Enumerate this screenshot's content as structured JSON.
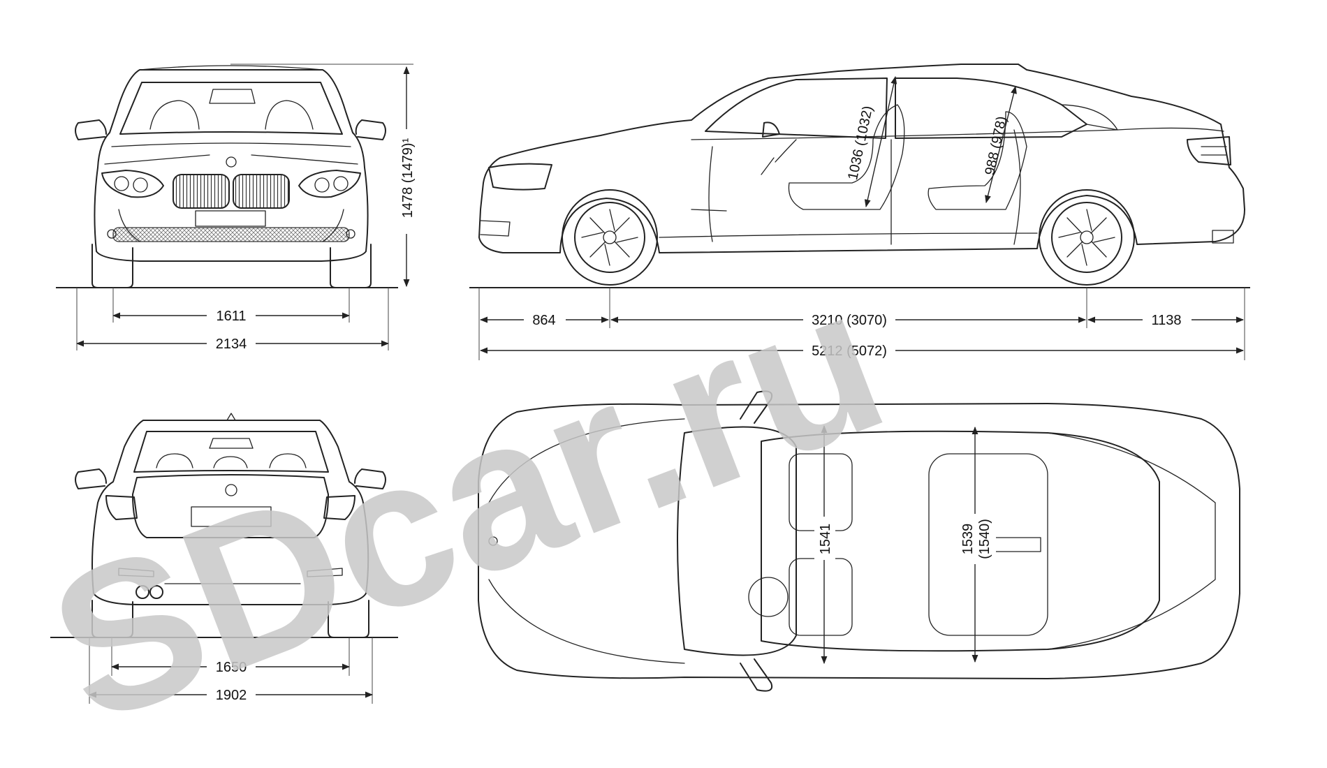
{
  "watermark": "SDcar.ru",
  "dimensions": {
    "front_track": "1611",
    "front_width": "2134",
    "height": "1478 (1479)¹",
    "front_overhang": "864",
    "wheelbase": "3210 (3070)",
    "rear_overhang": "1138",
    "length": "5212 (5072)",
    "front_headroom": "1036 (1032)",
    "rear_headroom": "988 (978)",
    "rear_track": "1650",
    "body_width": "1902",
    "front_shoulder_width": "1541",
    "rear_shoulder_width": "1539",
    "rear_shoulder_width_alt": "(1540)"
  }
}
